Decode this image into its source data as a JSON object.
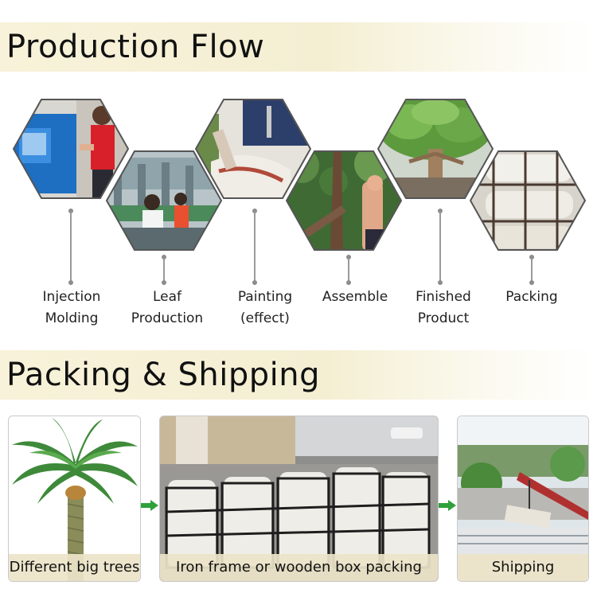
{
  "production": {
    "title": "Production Flow",
    "steps": [
      {
        "line1": "Injection",
        "line2": "Molding",
        "icon": "injection-molding-photo"
      },
      {
        "line1": "Leaf",
        "line2": "Production",
        "icon": "leaf-production-photo"
      },
      {
        "line1": "Painting",
        "line2": "(effect)",
        "icon": "painting-photo"
      },
      {
        "line1": "Assemble",
        "line2": "",
        "icon": "assemble-photo"
      },
      {
        "line1": "Finished",
        "line2": "Product",
        "icon": "finished-product-photo"
      },
      {
        "line1": "Packing",
        "line2": "",
        "icon": "packing-photo"
      }
    ]
  },
  "shipping": {
    "title": "Packing & Shipping",
    "cards": [
      {
        "caption": "Different big trees",
        "icon": "palm-tree-photo"
      },
      {
        "caption": "Iron frame or wooden box packing",
        "icon": "iron-frame-packing-photo"
      },
      {
        "caption": "Shipping",
        "icon": "shipping-crane-photo"
      }
    ],
    "arrow_color": "#2fa13a"
  }
}
